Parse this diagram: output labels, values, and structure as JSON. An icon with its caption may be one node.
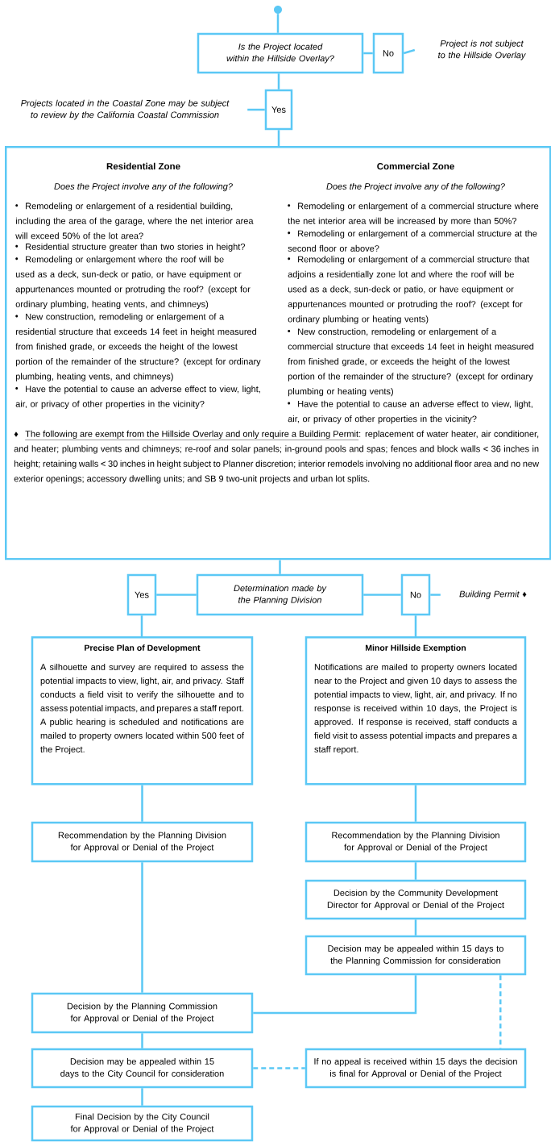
{
  "diagram": {
    "nodes": [
      {
        "text": [],
        "shape": "circle"
      },
      {
        "text": [
          "Is the Project located within the Hillside Overlay?"
        ]
      },
      {
        "text": [
          "No"
        ]
      },
      {
        "text": [
          "Project is not subject to the Hillside Overlay"
        ]
      },
      {
        "text": [
          "Projects located in the Coastal Zone may be subject to review by the California Coastal Commission"
        ]
      },
      {
        "text": [
          "Yes"
        ]
      },
      {
        "text": [
          "Residential Zone",
          "Does the Project involve any of the following?",
          "Remodeling or enlargement of a residential building, including the area of the garage, where the net interior area will exceed 50% of the lot area?",
          "Residential structure greater than two stories in height?",
          "Remodeling or enlargement where the roof will be used as a deck, sun-deck or patio, or have equipment or appurtenances mounted or protruding the roof? (except for ordinary plumbing, heating vents, and chimneys)",
          "New construction, remodeling or enlargement of a residential structure that exceeds 14 feet in height measured from finished grade, or exceeds the height of the lowest portion of the remainder of the structure? (except for ordinary plumbing, heating vents, and chimneys)",
          "Have the potential to cause an adverse effect to view, light, air, or privacy of other properties in the vicinity?",
          "Commercial Zone",
          "Does the Project involve any of the following?",
          "Remodeling or enlargement of a commercial structure where the net interior area will be increased by more than 50%?",
          "Remodeling or enlargement of a commercial structure at the second floor or above?",
          "Remodeling or enlargement of a commercial structure that adjoins a residentially zone lot and where the roof will be used as a deck, sun-deck or patio, or have equipment or appurtenances mounted or protruding the roof? (except for ordinary plumbing or heating vents)",
          "New construction, remodeling or enlargement of a commercial structure that exceeds 14 feet in height measured from finished grade, or exceeds the height of the lowest portion of the remainder of the structure? (except for ordinary plumbing or heating vents)",
          "Have the potential to cause an adverse effect to view, light, air, or privacy of other properties in the vicinity?",
          "♦",
          "The following are exempt from the Hillside Overlay and only require a Building Permit",
          ": replacement of water heater, air conditioner, and heater; plumbing vents and chimneys; re-roof and solar panels; in-ground pools and spas; fences and block walls < 36 inches in height; retaining walls < 30 inches in height subject to Planner discretion; interior remodels involving no additional floor area and no new exterior openings; accessory dwelling units; and SB 9 two-unit projects and urban lot splits."
        ]
      },
      {
        "text": [
          "Yes"
        ]
      },
      {
        "text": [
          "Determination made by the Planning Division"
        ]
      },
      {
        "text": [
          "No"
        ]
      },
      {
        "text": [
          "Building Permit ♦"
        ]
      },
      {
        "text": [
          "Precise Plan of Development",
          "A silhouette and survey are required to assess the potential impacts to view, light, air, and privacy. Staff conducts a field visit to verify the silhouette and to assess potential impacts, and prepares a staff report. A public hearing is scheduled and notifications are mailed to property owners located within 500 feet of the Project."
        ]
      },
      {
        "text": [
          "Minor Hillside Exemption",
          "Notifications are mailed to property owners located near to the Project and given 10 days to assess the potential impacts to view, light, air, and privacy. If no response is received within 10 days, the Project is approved. If response is received, staff conducts a field visit to assess potential impacts and prepares a staff report."
        ]
      },
      {
        "text": [
          "Recommendation by the Planning Division for Approval or Denial of the Project"
        ]
      },
      {
        "text": [
          "Recommendation by the Planning Division for Approval or Denial of the Project"
        ]
      },
      {
        "text": [
          "Decision by the Community Development Director for Approval or Denial of the Project"
        ]
      },
      {
        "text": [
          "Decision may be appealed within 15 days to the Planning Commission for consideration"
        ]
      },
      {
        "text": [
          "Decision by the Planning Commission for Approval or Denial of the Project"
        ]
      },
      {
        "text": [
          "Decision may be appealed within 15 days to the City Council for consideration"
        ]
      },
      {
        "text": [
          "If no appeal is received within 15 days the decision is final for Approval or Denial of the Project"
        ]
      },
      {
        "text": [
          "Final Decision by the City Council for Approval or Denial of the Project"
        ]
      }
    ],
    "edges": [
      {
        "from": 0,
        "to": 1,
        "arrow": "none"
      },
      {
        "from": 1,
        "to": 2,
        "arrow": "none"
      },
      {
        "from": 2,
        "to": 3,
        "arrow": "none"
      },
      {
        "from": 1,
        "to": 5,
        "arrow": "none"
      },
      {
        "from": 4,
        "to": 5,
        "arrow": "none"
      },
      {
        "from": 5,
        "to": 6,
        "arrow": "none"
      },
      {
        "from": 6,
        "to": 8,
        "arrow": "none"
      },
      {
        "from": 7,
        "to": 8,
        "arrow": "none"
      },
      {
        "from": 8,
        "to": 9,
        "arrow": "none"
      },
      {
        "from": 9,
        "to": 10,
        "arrow": "none"
      },
      {
        "from": 7,
        "to": 11,
        "arrow": "none"
      },
      {
        "from": 9,
        "to": 12,
        "arrow": "none"
      },
      {
        "from": 11,
        "to": 13,
        "arrow": "none"
      },
      {
        "from": 12,
        "to": 14,
        "arrow": "none"
      },
      {
        "from": 13,
        "to": 17,
        "arrow": "none"
      },
      {
        "from": 14,
        "to": 15,
        "arrow": "none"
      },
      {
        "from": 15,
        "to": 16,
        "arrow": "none"
      },
      {
        "from": 16,
        "to": 17,
        "arrow": "none"
      },
      {
        "from": 16,
        "to": 19,
        "arrow": "none",
        "style": "dashed"
      },
      {
        "from": 17,
        "to": 18,
        "arrow": "none"
      },
      {
        "from": 18,
        "to": 19,
        "arrow": "none",
        "style": "dashed"
      },
      {
        "from": 18,
        "to": 20,
        "arrow": "none"
      }
    ]
  }
}
